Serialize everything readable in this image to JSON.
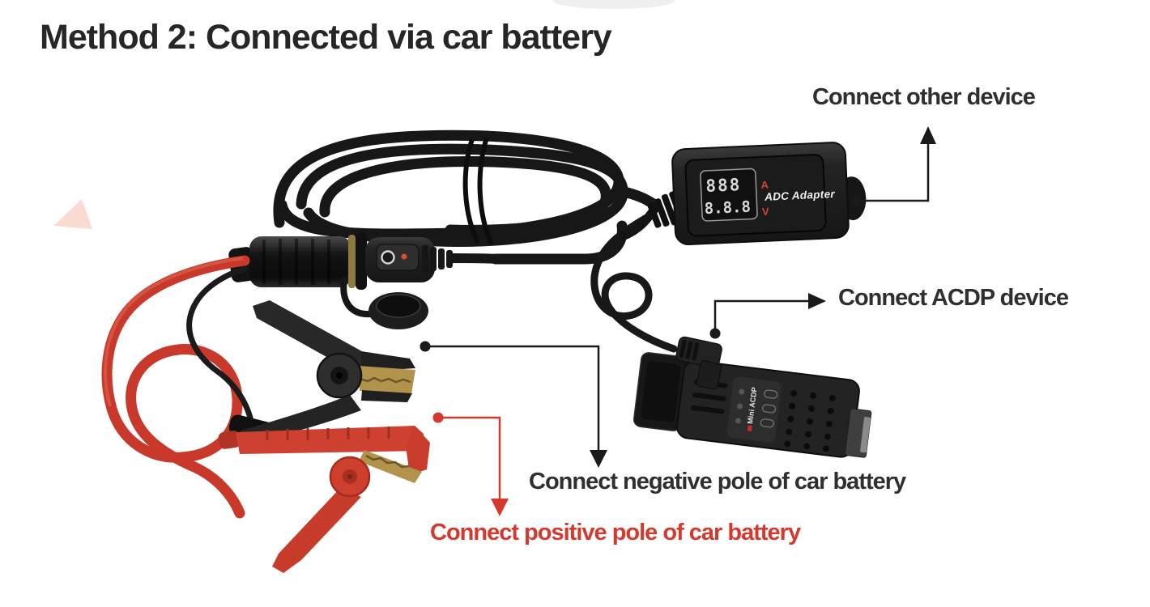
{
  "title": "Method 2: Connected via car battery",
  "annotations": {
    "other_device": {
      "label": "Connect other device"
    },
    "acdp_device": {
      "label": "Connect ACDP device"
    },
    "negative_pole": {
      "label": "Connect negative pole of car battery"
    },
    "positive_pole": {
      "label": "Connect positive pole of car battery"
    }
  },
  "devices": {
    "adc_adapter": {
      "name_label": "ADC Adapter",
      "display_top": "888",
      "display_bottom": "8.8.8",
      "amp_marker": "A",
      "volt_marker": "V"
    },
    "mini_acdp": {
      "name_label": "Mini ACDP"
    }
  },
  "colors": {
    "accent_red": "#d5392e",
    "annotation_text": "#2f2f2f",
    "title_text": "#262626",
    "cable_red": "#c8392b",
    "cable_black": "#171717",
    "clamp_gold": "#b2934c"
  }
}
